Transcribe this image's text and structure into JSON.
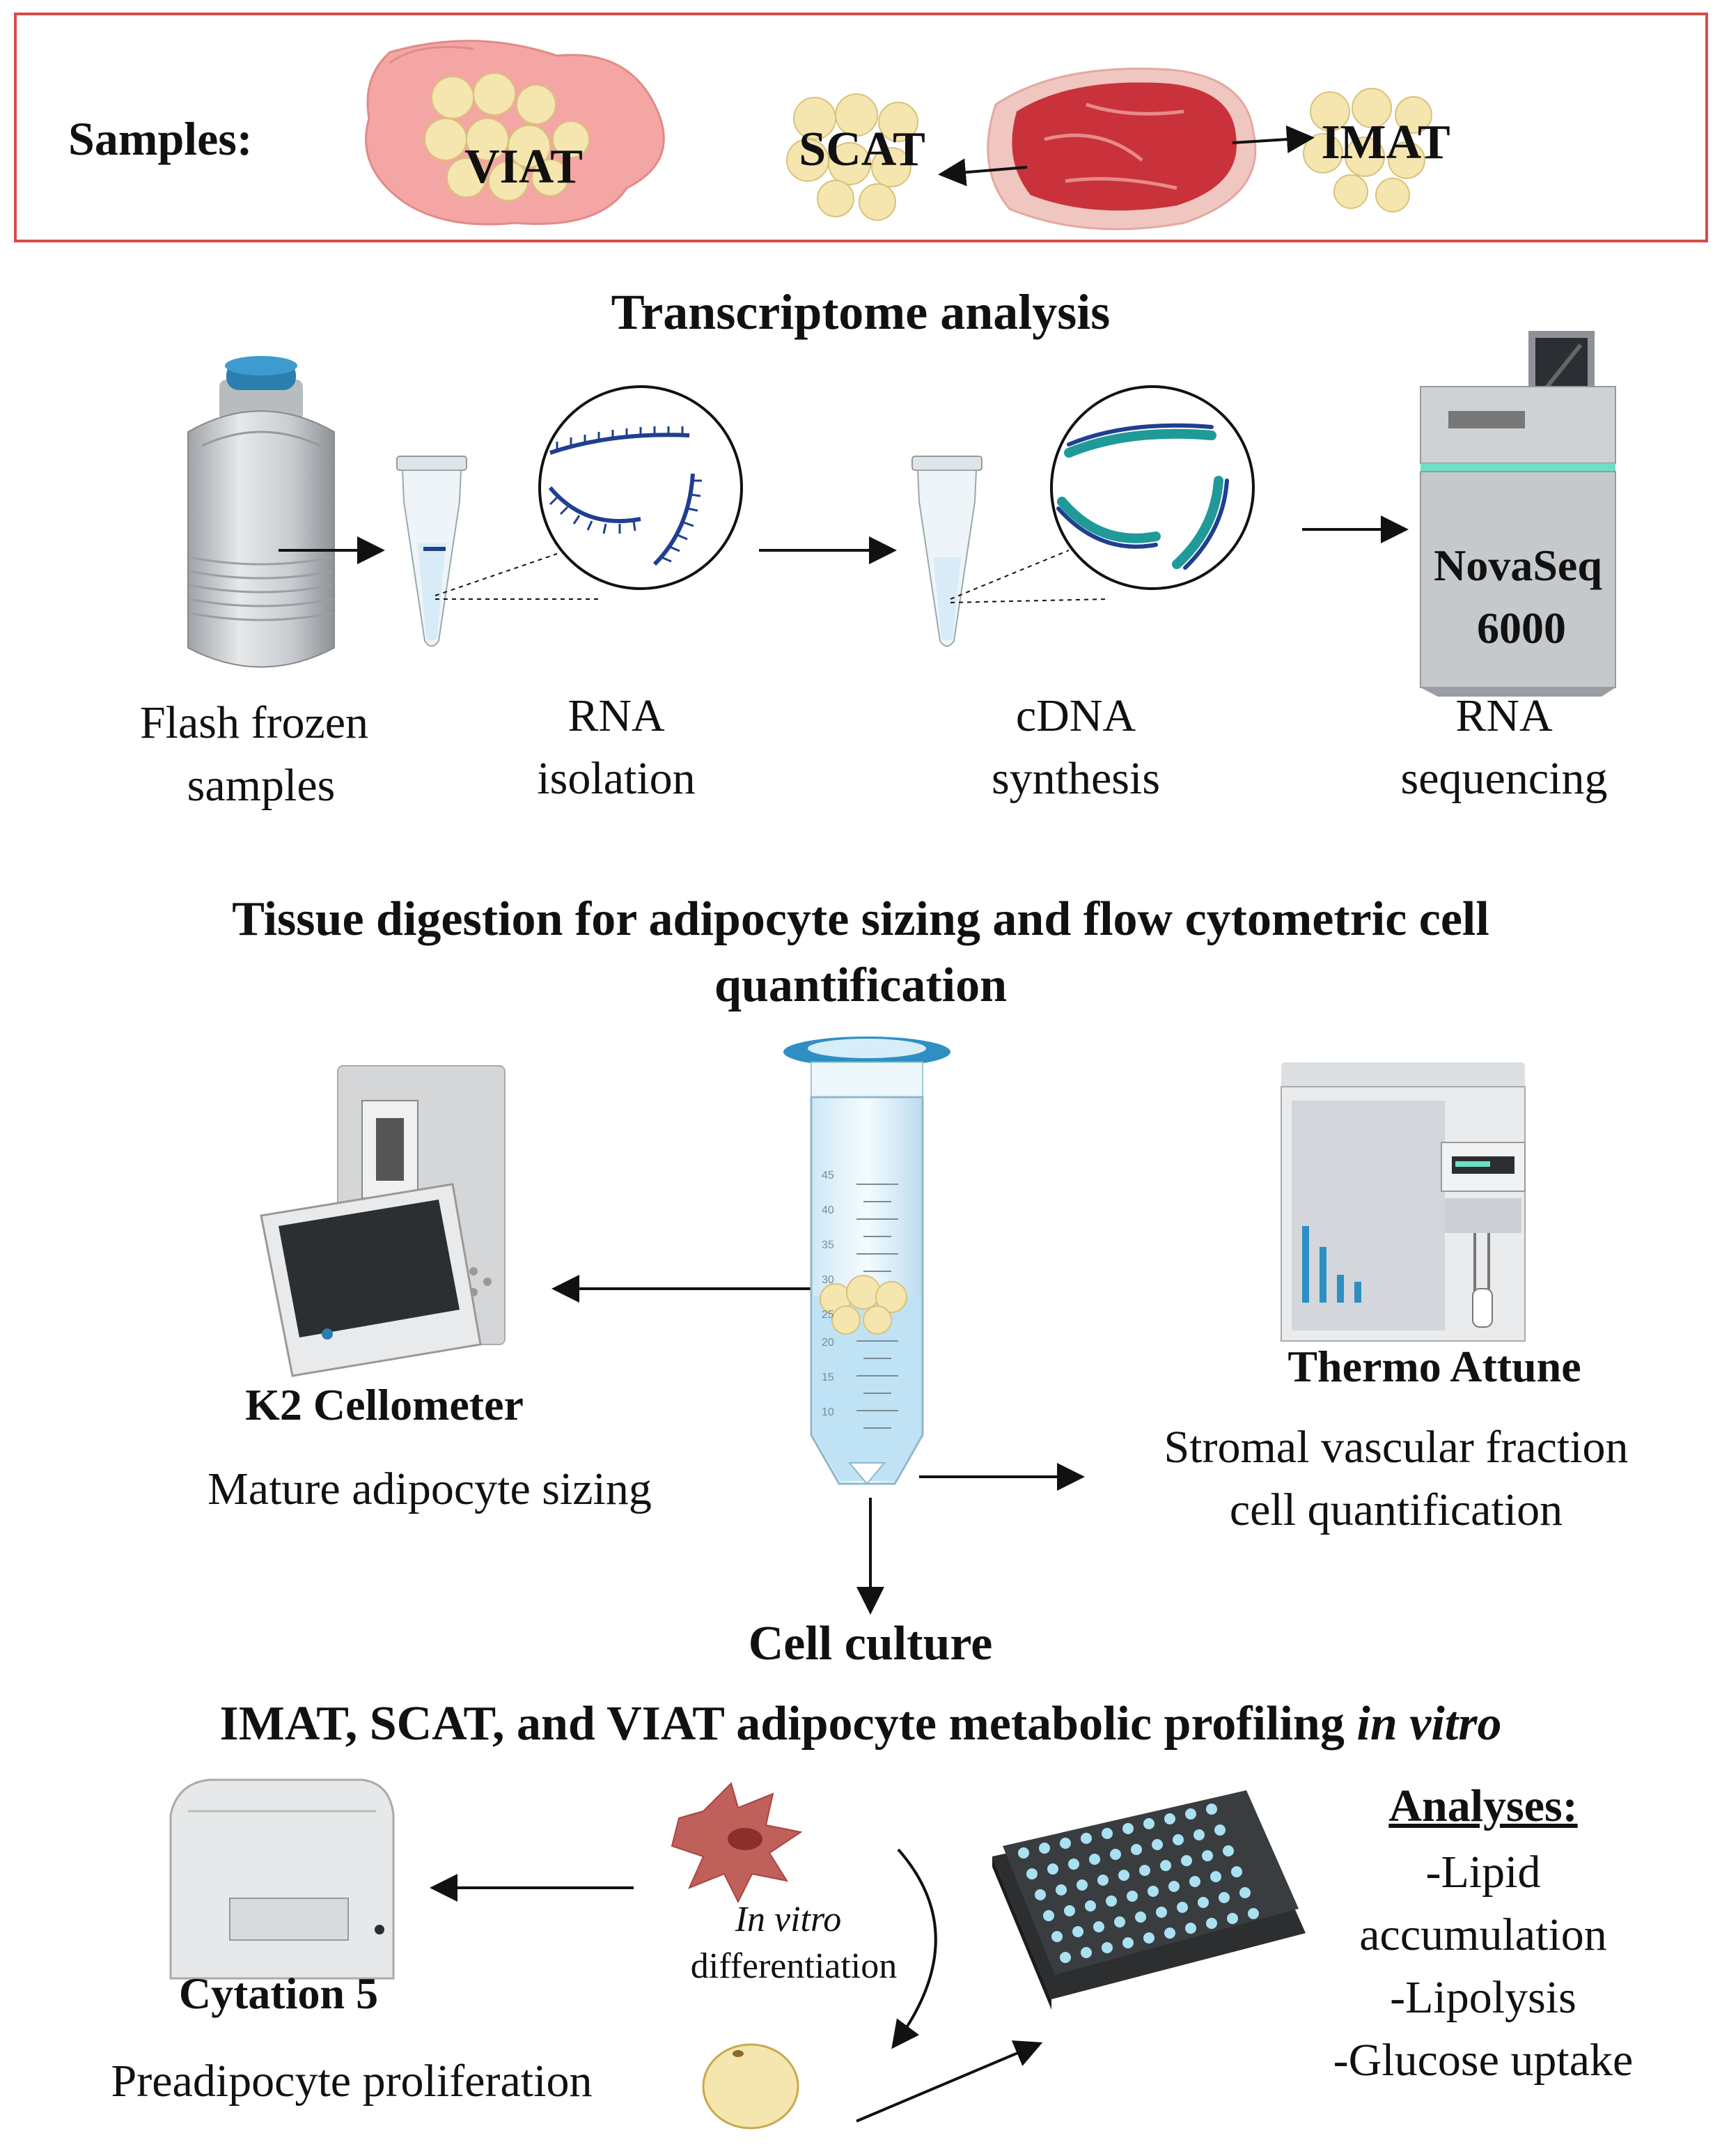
{
  "samples": {
    "label": "Samples:",
    "viat": "VIAT",
    "scat": "SCAT",
    "imat": "IMAT"
  },
  "transcriptome": {
    "title": "Transcriptome analysis",
    "sequencer_line1": "NovaSeq",
    "sequencer_line2": "6000",
    "steps": [
      {
        "line1": "Flash frozen",
        "line2": "samples"
      },
      {
        "line1": "RNA",
        "line2": "isolation"
      },
      {
        "line1": "cDNA",
        "line2": "synthesis"
      },
      {
        "line1": "RNA",
        "line2": "sequencing"
      }
    ]
  },
  "digestion": {
    "title_line1": "Tissue digestion for adipocyte sizing and flow cytometric cell",
    "title_line2": "quantification",
    "left_instrument": "K2 Cellometer",
    "left_caption": "Mature adipocyte sizing",
    "right_instrument": "Thermo Attune",
    "right_caption_line1": "Stromal vascular fraction",
    "right_caption_line2": "cell quantification",
    "tube_marks": [
      "45",
      "40",
      "35",
      "30",
      "25",
      "20",
      "15",
      "10"
    ]
  },
  "culture": {
    "label": "Cell culture",
    "title_main": "IMAT, SCAT, and VIAT adipocyte metabolic profiling ",
    "title_italic": "in vitro",
    "instrument": "Cytation 5",
    "instrument_caption": "Preadipocyte proliferation",
    "diff_line1": "In vitro",
    "diff_line2": "differentiation",
    "analyses_title": "Analyses:",
    "analyses": [
      "-Lipid",
      "accumulation",
      "-Lipolysis",
      "-Glucose uptake"
    ]
  },
  "colors": {
    "border": "#d94a47",
    "adipose": "#f5e6b0",
    "tissue_pink": "#f4a6a4",
    "meat": "#c9323a",
    "rna": "#1f3f8f",
    "cdna": "#1f9a98",
    "plate_wells": "#a9e1f2",
    "cell": "#c0605a",
    "liquid": "#bfe3f5"
  }
}
